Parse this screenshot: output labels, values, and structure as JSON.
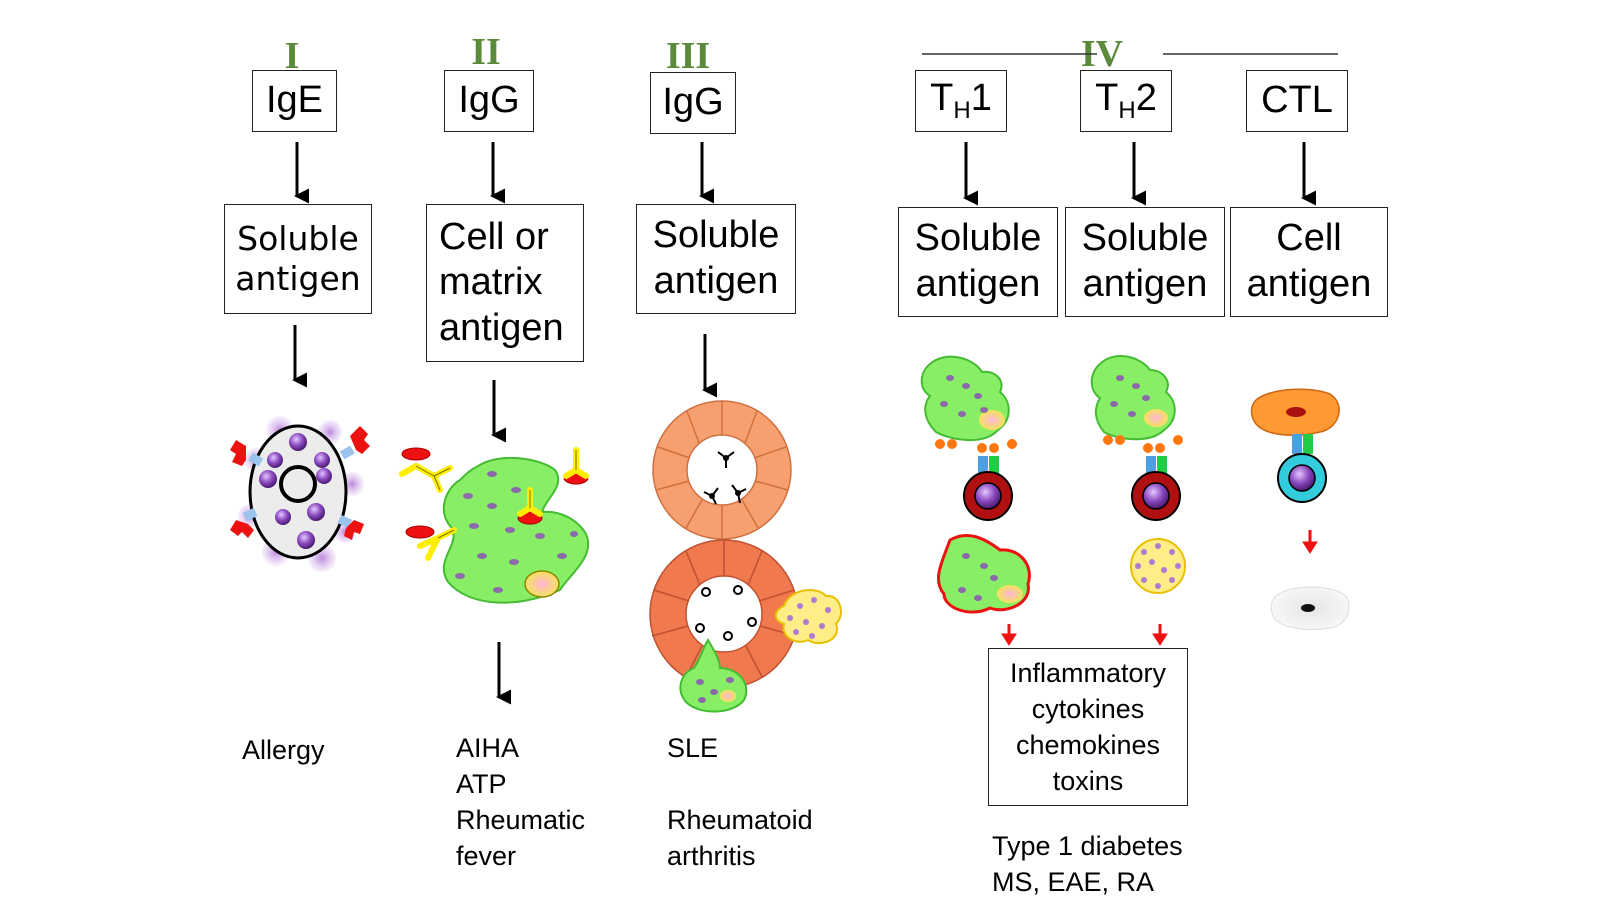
{
  "types": [
    {
      "numeral": "I",
      "antibody": "IgE",
      "antigen": [
        "Soluble",
        "antigen"
      ],
      "diseases": [
        "Allergy"
      ]
    },
    {
      "numeral": "II",
      "antibody": "IgG",
      "antigen": [
        "Cell or",
        "matrix",
        "antigen"
      ],
      "diseases": [
        "AIHA",
        "ATP",
        "Rheumatic",
        "fever"
      ]
    },
    {
      "numeral": "III",
      "antibody": "IgG",
      "antigen": [
        "Soluble",
        "antigen"
      ],
      "diseases": [
        "SLE",
        "",
        "Rheumatoid",
        "arthritis"
      ]
    }
  ],
  "type4": {
    "numeral": "IV",
    "cells": [
      {
        "main": "T",
        "sub": "H",
        "suffix": "1",
        "antigen": [
          "Soluble",
          "antigen"
        ]
      },
      {
        "main": "T",
        "sub": "H",
        "suffix": "2",
        "antigen": [
          "Soluble",
          "antigen"
        ]
      },
      {
        "main": "CTL",
        "sub": "",
        "suffix": "",
        "antigen": [
          "Cell",
          "antigen"
        ]
      }
    ],
    "effectors": [
      "Inflammatory",
      "cytokines",
      "chemokines",
      "toxins"
    ],
    "diseases": [
      "Type 1 diabetes",
      "MS, EAE, RA"
    ]
  },
  "colors": {
    "numeral": "#5a8a3a",
    "cell_green": "#88ee66",
    "antigen_red": "#ee1111",
    "antibody_yellow": "#ffee00",
    "epithelium_orange": "#f5a06e",
    "tcell_red": "#b01010",
    "ctl_cyan": "#33ccdd"
  }
}
